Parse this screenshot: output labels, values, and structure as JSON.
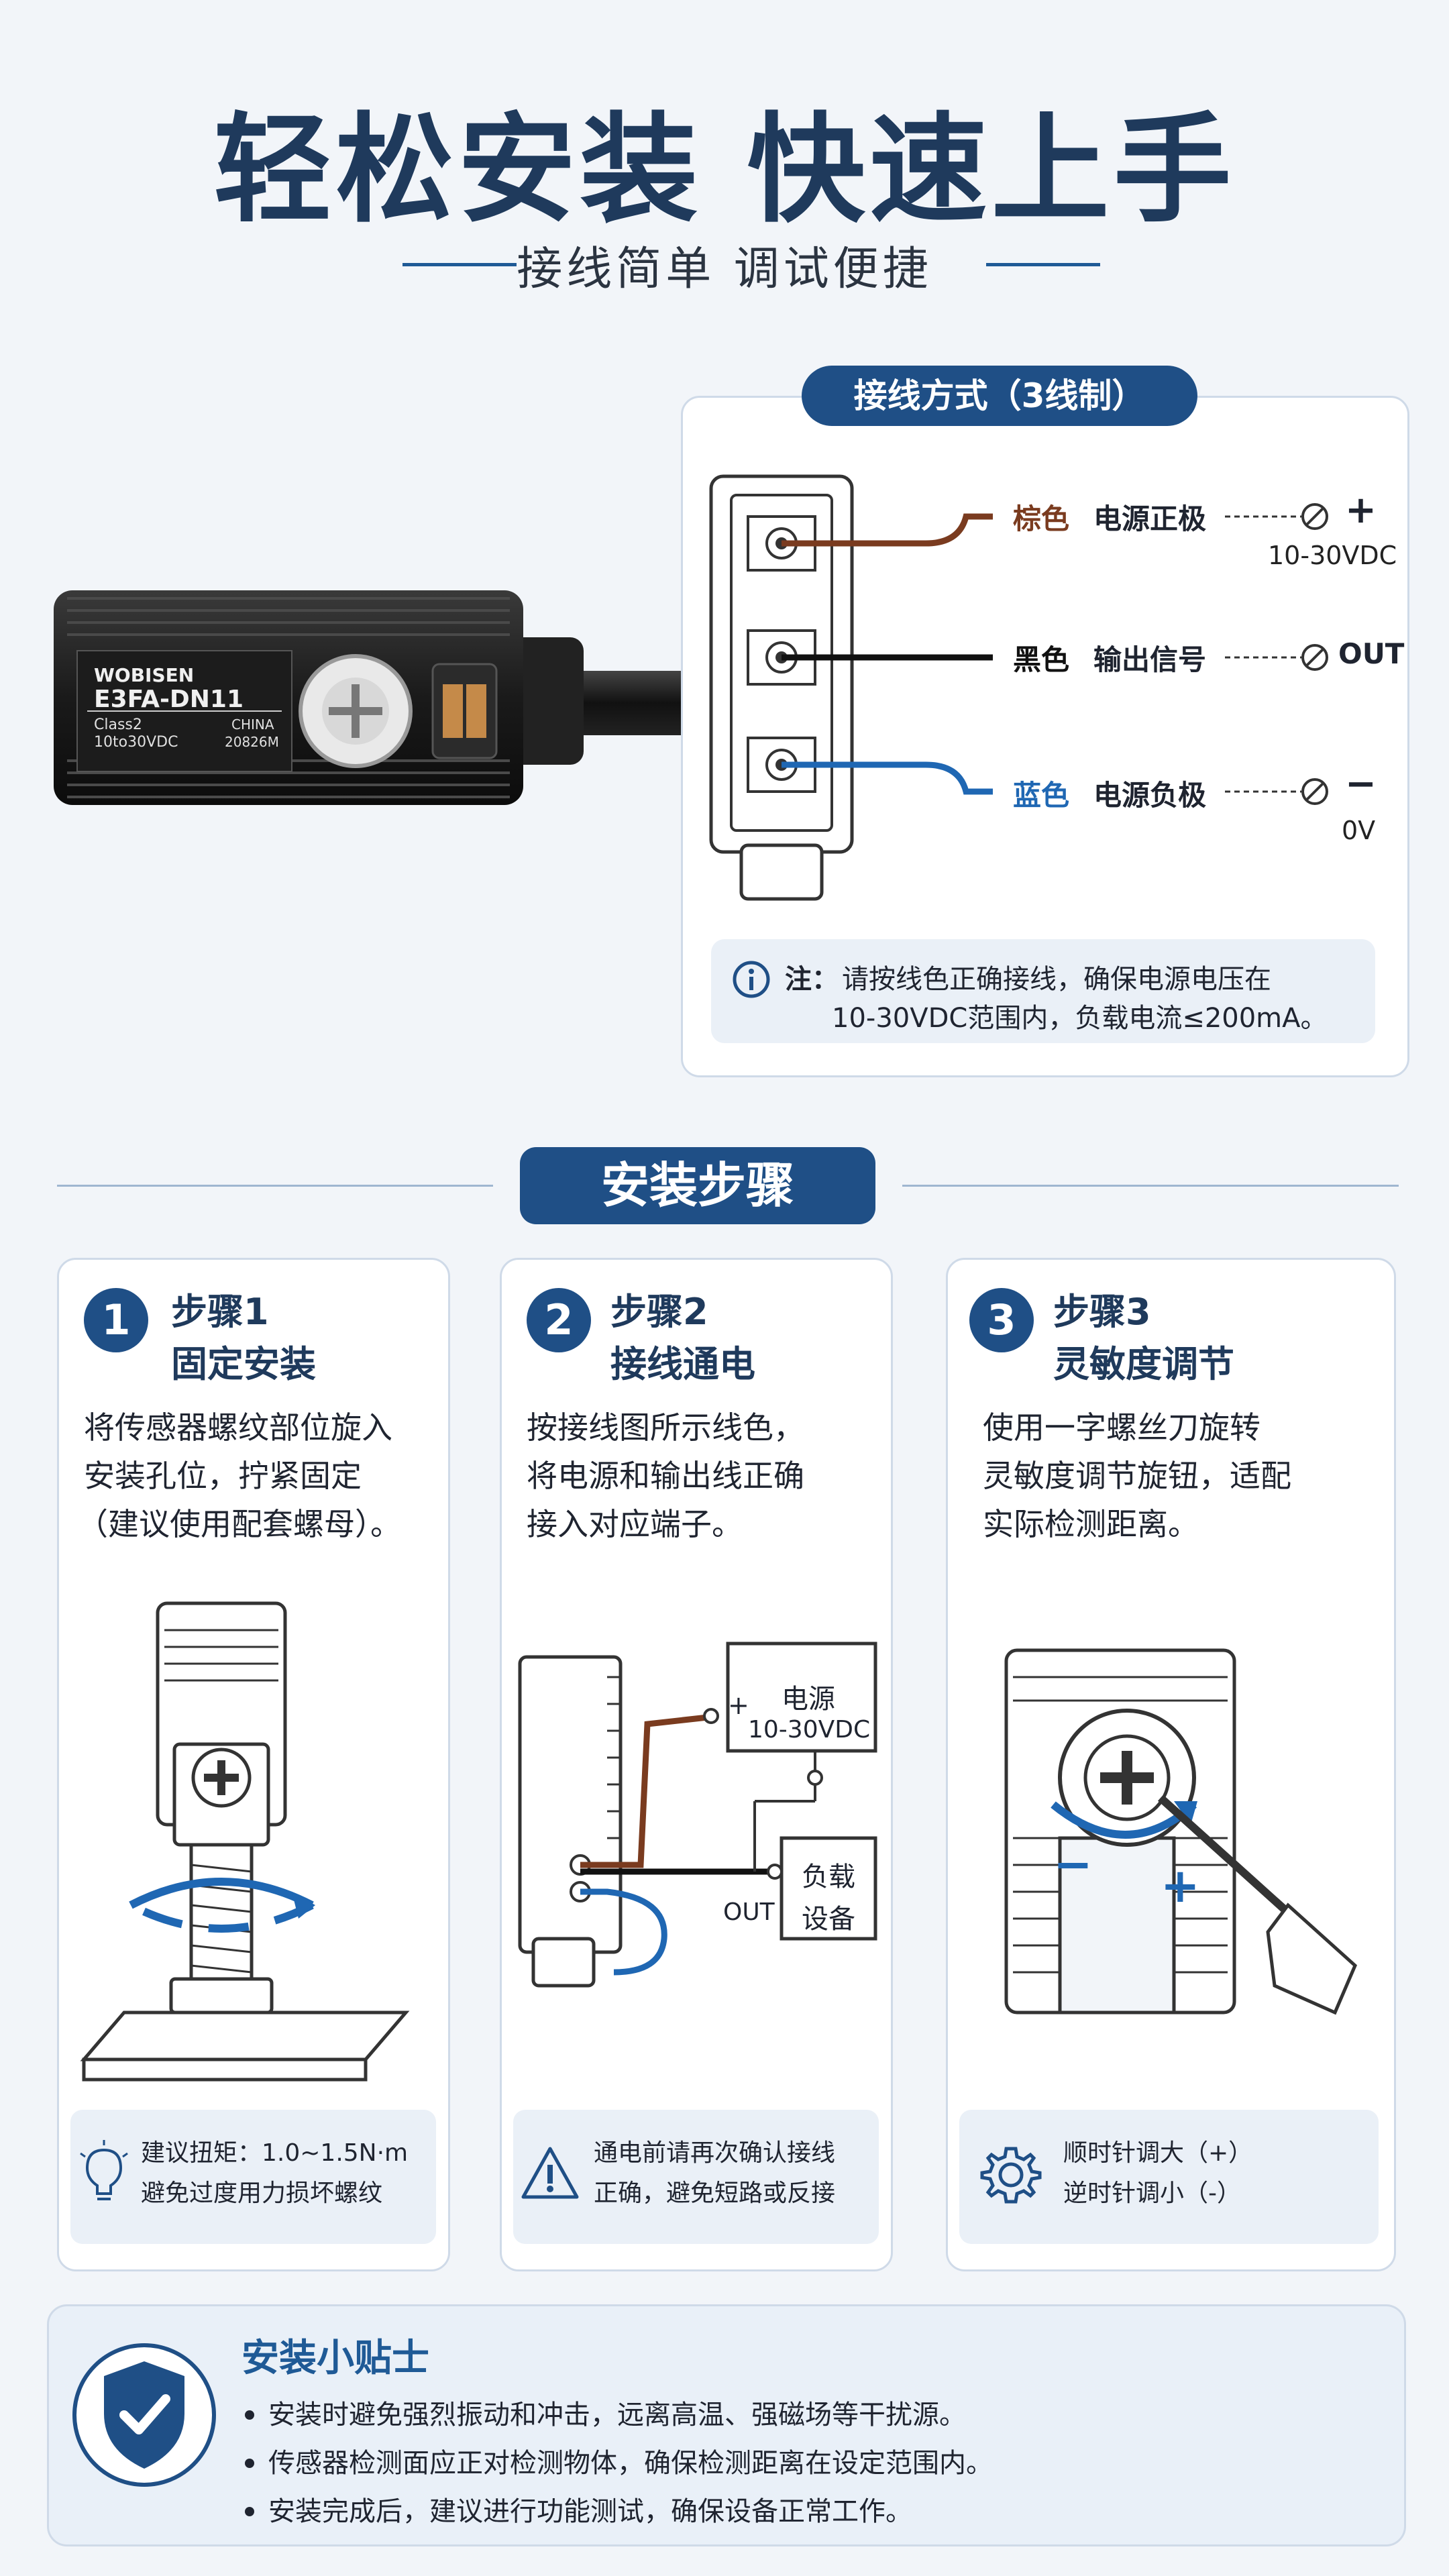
{
  "hero": {
    "title": "轻松安装 快速上手",
    "subtitle": "接线简单 调试便捷"
  },
  "product": {
    "brand": "WOBISEN",
    "model": "E3FA-DN11",
    "class_label": "Class2",
    "voltage_label": "10to30VDC",
    "origin": "CHINA",
    "serial": "20826M"
  },
  "wiring": {
    "pill_title": "接线方式（3线制）",
    "wires": [
      {
        "color_name": "棕色",
        "function": "电源正极",
        "terminal": "+",
        "sub": "10-30VDC",
        "hex": "#7a3b1f"
      },
      {
        "color_name": "黑色",
        "function": "输出信号",
        "terminal": "OUT",
        "sub": "",
        "hex": "#111111"
      },
      {
        "color_name": "蓝色",
        "function": "电源负极",
        "terminal": "−",
        "sub": "0V",
        "hex": "#1f67b3"
      }
    ],
    "note_prefix": "注：",
    "note_line1": "请按线色正确接线，确保电源电压在",
    "note_line2": "10-30VDC范围内，负载电流≤200mA。"
  },
  "install": {
    "pill_title": "安装步骤",
    "steps": [
      {
        "num": "1",
        "label": "步骤1",
        "title": "固定安装",
        "body": [
          "将传感器螺纹部位旋入",
          "安装孔位，拧紧固定",
          "（建议使用配套螺母）。"
        ],
        "tip": [
          "建议扭矩：1.0~1.5N·m",
          "避免过度用力损坏螺纹"
        ],
        "tip_icon": "lightbulb-icon"
      },
      {
        "num": "2",
        "label": "步骤2",
        "title": "接线通电",
        "body": [
          "按接线图所示线色，",
          "将电源和输出线正确",
          "接入对应端子。"
        ],
        "tip": [
          "通电前请再次确认接线",
          "正确，避免短路或反接"
        ],
        "tip_icon": "warning-icon",
        "diagram": {
          "power": "电源",
          "power_v": "10-30VDC",
          "plus": "+",
          "load_l1": "负载",
          "load_l2": "设备",
          "out": "OUT"
        }
      },
      {
        "num": "3",
        "label": "步骤3",
        "title": "灵敏度调节",
        "body": [
          "使用一字螺丝刀旋转",
          "灵敏度调节旋钮，适配",
          "实际检测距离。"
        ],
        "tip": [
          "顺时针调大（+）",
          "逆时针调小（-）"
        ],
        "tip_icon": "gear-icon",
        "diagram": {
          "minus": "−",
          "plus": "+"
        }
      }
    ]
  },
  "tips": {
    "title": "安装小贴士",
    "items": [
      "安装时避免强烈振动和冲击，远离高温、强磁场等干扰源。",
      "传感器检测面应正对检测物体，确保检测距离在设定范围内。",
      "安装完成后，建议进行功能测试，确保设备正常工作。"
    ]
  },
  "colors": {
    "primary": "#1f4f86",
    "brown": "#7a3b1f",
    "black": "#111111",
    "blue": "#1f67b3"
  }
}
